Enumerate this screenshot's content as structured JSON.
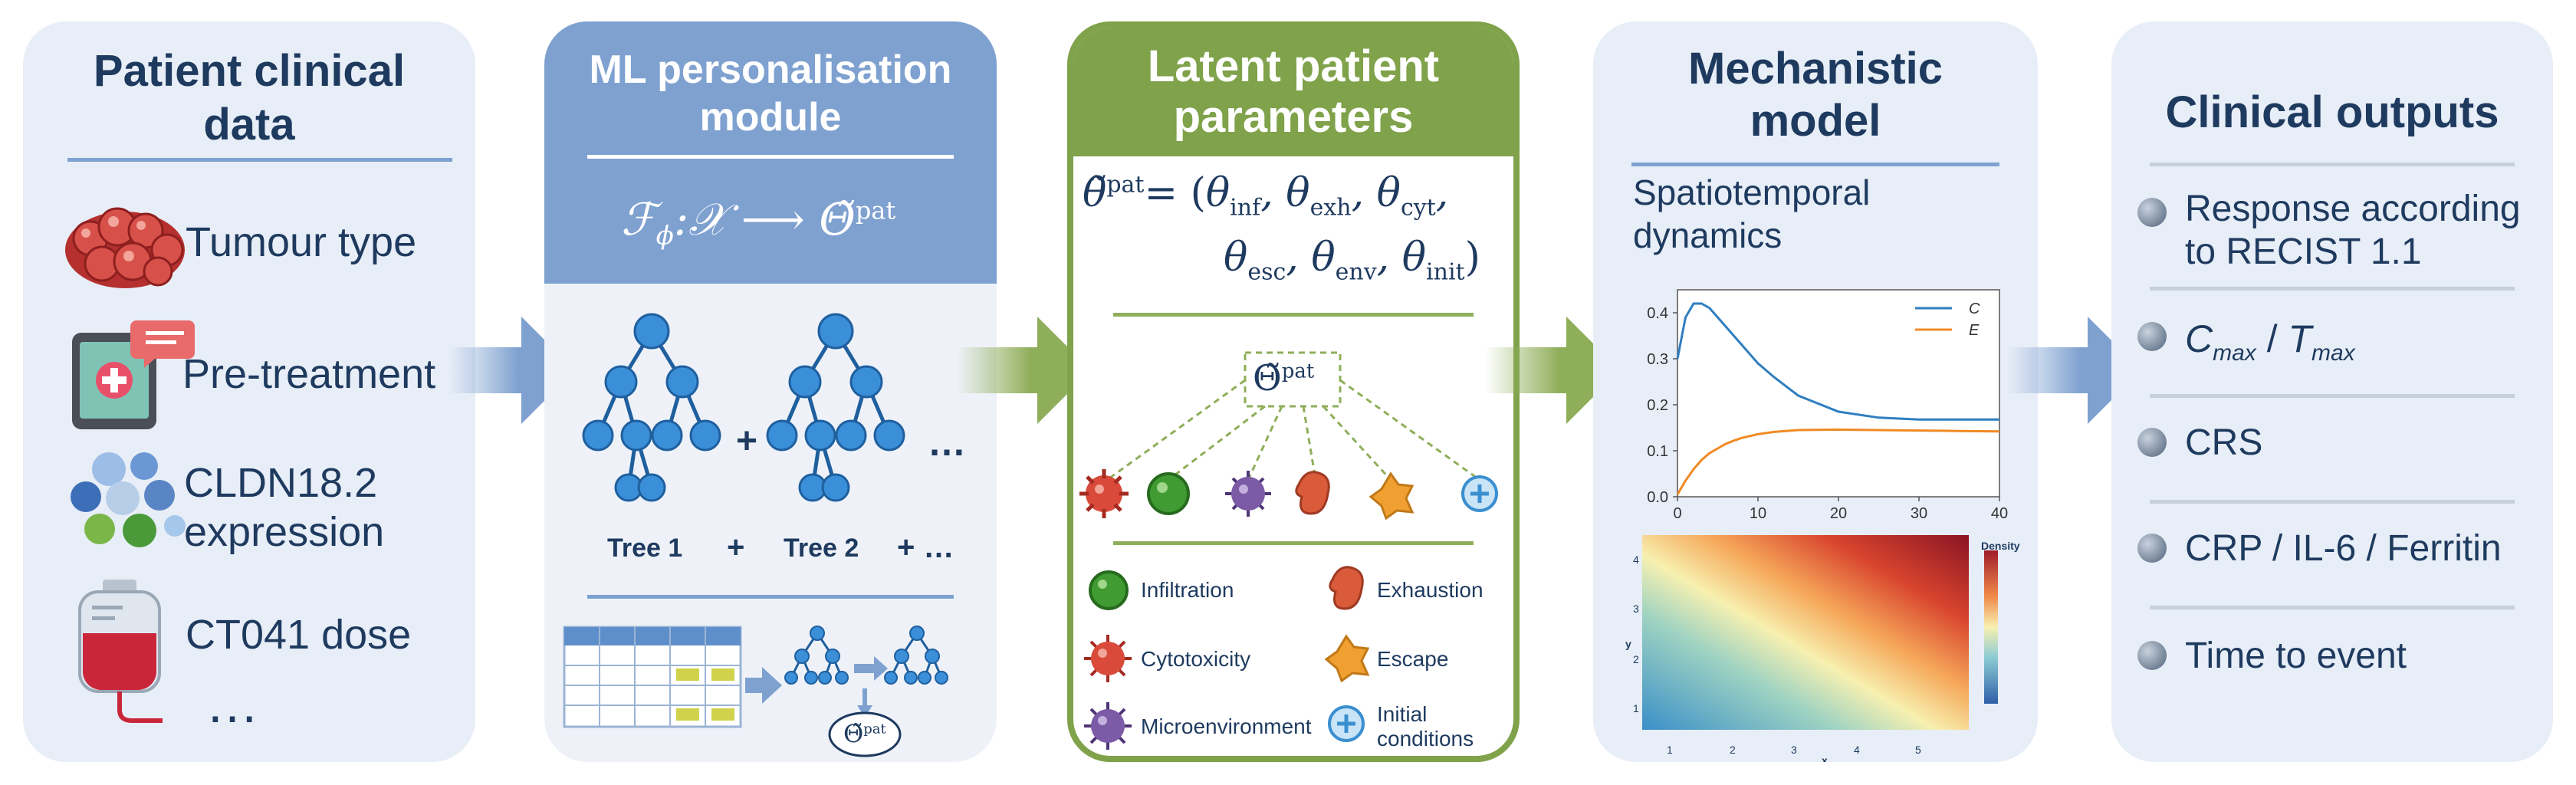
{
  "panels": {
    "data": {
      "title_line1": "Patient clinical",
      "title_line2": "data",
      "items": [
        "Tumour type",
        "Pre-treatment",
        "CLDN18.2",
        "expression",
        "CT041 dose"
      ],
      "more": "…"
    },
    "ml": {
      "title_line1": "ML personalisation",
      "title_line2": "module",
      "formula_f": "ℱ",
      "formula_phi": "ϕ",
      "formula_rest": ":𝒳 ⟶ ",
      "formula_theta": "Θ̃",
      "formula_sup": "pat",
      "tree1": "Tree 1",
      "tree2": "Tree 2",
      "plus": "+",
      "dots": "…",
      "plus_dots": "+ …",
      "mini_theta": "Θ̃",
      "mini_sup": "pat"
    },
    "latent": {
      "title_line1": "Latent patient",
      "title_line2": "parameters",
      "eq_lhs": "θ̃",
      "eq_lhs_sup": "pat",
      "eq_eq": "= (",
      "params": [
        {
          "sym": "θ",
          "sub": "inf"
        },
        {
          "sym": "θ",
          "sub": "exh"
        },
        {
          "sym": "θ",
          "sub": "cyt"
        },
        {
          "sym": "θ",
          "sub": "esc"
        },
        {
          "sym": "θ",
          "sub": "env"
        },
        {
          "sym": "θ",
          "sub": "init"
        }
      ],
      "center_theta": "Θ̃",
      "center_sup": "pat",
      "legend": [
        {
          "label": "Infiltration",
          "color": "#3f9b32"
        },
        {
          "label": "Exhaustion",
          "color": "#d95b3a"
        },
        {
          "label": "Cytotoxicity",
          "color": "#d94a3a"
        },
        {
          "label": "Escape",
          "color": "#f0a030"
        },
        {
          "label": "Microenvironment",
          "color": "#7b5aa6"
        },
        {
          "label": "Initial",
          "color": "#3b8fd0"
        },
        {
          "label": "conditions",
          "color": "#3b8fd0"
        }
      ]
    },
    "mech": {
      "title_line1": "Mechanistic",
      "title_line2": "model",
      "subtitle_line1": "Spatiotemporal",
      "subtitle_line2": "dynamics",
      "heat_label": "Density",
      "heat_xlabel": "x",
      "heat_ylabel": "y",
      "heat_xticks": [
        "1",
        "2",
        "3",
        "4",
        "5"
      ],
      "heat_yticks": [
        "4",
        "3",
        "2",
        "1"
      ]
    },
    "outputs": {
      "title": "Clinical outputs",
      "items": [
        "Response according",
        "to RECIST 1.1",
        "CRS",
        "CRP / IL-6 / Ferritin",
        "Time to event"
      ],
      "cmax_c": "C",
      "cmax_sub": "max",
      "cmax_slash": " / ",
      "cmax_t": "T",
      "cmax_tsub": "max"
    }
  },
  "colors": {
    "panel_bg": "#e8eef7",
    "ml_header": "#7ea1d0",
    "latent_header": "#7fa24a",
    "latent_border": "#7fa24a",
    "navy": "#1e3a5f",
    "tree": "#3a8fd8",
    "series_c": "#2f7ec0",
    "series_e": "#f08a24"
  },
  "chart_data": {
    "type": "line",
    "x": [
      0,
      1,
      2,
      3,
      4,
      5,
      6,
      7,
      8,
      10,
      12,
      15,
      20,
      25,
      30,
      35,
      40
    ],
    "series": [
      {
        "name": "C",
        "values": [
          0.3,
          0.39,
          0.42,
          0.42,
          0.41,
          0.39,
          0.37,
          0.35,
          0.33,
          0.29,
          0.26,
          0.22,
          0.185,
          0.172,
          0.168,
          0.168,
          0.168
        ]
      },
      {
        "name": "E",
        "values": [
          0.005,
          0.035,
          0.06,
          0.08,
          0.095,
          0.105,
          0.115,
          0.122,
          0.128,
          0.136,
          0.141,
          0.145,
          0.146,
          0.145,
          0.144,
          0.143,
          0.142
        ]
      }
    ],
    "xticks": [
      0,
      10,
      20,
      30,
      40
    ],
    "yticks": [
      0.0,
      0.1,
      0.2,
      0.3,
      0.4
    ],
    "xlim": [
      0,
      40
    ],
    "ylim": [
      0,
      0.45
    ],
    "legend": "top-right",
    "grid": false
  }
}
